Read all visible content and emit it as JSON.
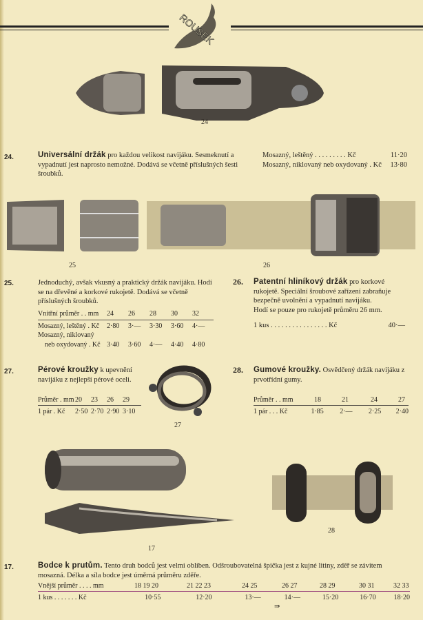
{
  "logo": {
    "text": "ROUSEK"
  },
  "figures": {
    "f24": "24",
    "f25": "25",
    "f26": "26",
    "f27": "27",
    "f28": "28",
    "f17": "17"
  },
  "items": [
    {
      "number": "24.",
      "title": "Universální držák",
      "text": "pro každou velikost navijáku. Sesmeknutí a vypadnutí jest naprosto nemožné. Dodává se včetně příslušných šesti šroubků.",
      "prices": [
        {
          "label": "Mosazný, leštěný . . . . . . . . . Kč",
          "value": "11·20"
        },
        {
          "label": "Mosazný, niklovaný neb oxydovaný . Kč",
          "value": "13·80"
        }
      ]
    },
    {
      "number": "25.",
      "text": "Jednoduchý, avšak vkusný a praktický držák navijáku. Hodí se na dřevěné a korkové rukojetě. Dodává se včetně příslušných šroubků.",
      "table": {
        "header": [
          "Vnitřní průměr . . mm",
          "24",
          "26",
          "28",
          "30",
          "32"
        ],
        "rows": [
          [
            "Mosazný, leštěný . Kč",
            "2·80",
            "3·—",
            "3·30",
            "3·60",
            "4·—"
          ],
          [
            "Mosazný, niklovaný",
            "",
            "",
            "",
            "",
            ""
          ],
          [
            "neb oxydovaný . Kč",
            "3·40",
            "3·60",
            "4·—",
            "4·40",
            "4·80"
          ]
        ]
      }
    },
    {
      "number": "26.",
      "title": "Patentní hliníkový držák",
      "text": "pro korkové rukojetě. Speciální šroubové zařízení zabraňuje bezpečně uvolnění a vypadnutí navijáku.",
      "text2": "Hodí se pouze pro rukojetě průměru 26 mm.",
      "price": {
        "label": "1 kus . . . . . . . . . . . . . . . . Kč",
        "value": "40·—"
      }
    },
    {
      "number": "27.",
      "title": "Pérové kroužky",
      "text": "k upevnění navijáku z nejlepší pérové oceli.",
      "table": {
        "header": [
          "Průměr . mm",
          "20",
          "23",
          "26",
          "29"
        ],
        "rows": [
          [
            "1 pár   . Kč",
            "2·50",
            "2·70",
            "2·90",
            "3·10"
          ]
        ]
      }
    },
    {
      "number": "28.",
      "title": "Gumové kroužky.",
      "text": "Osvědčený držák navijáku z prvotřídní gumy.",
      "table": {
        "header": [
          "Průměr  . . mm",
          "18",
          "21",
          "24",
          "27"
        ],
        "rows": [
          [
            "1 pár  . . . Kč",
            "1·85",
            "2·—",
            "2·25",
            "2·40"
          ]
        ]
      }
    },
    {
      "number": "17.",
      "title": "Bodce k prutům.",
      "text": "Tento druh bodců jest velmi oblíben. Odšroubovatelná špička jest z kujné litiny, zděř se závitem mosazná. Délka a síla bodce jest úměrná průměru zděře.",
      "table": {
        "header": [
          "Vnější průměr . . . . mm",
          "18  19  20",
          "21  22  23",
          "24  25",
          "26  27",
          "28  29",
          "30  31",
          "32  33"
        ],
        "rows": [
          [
            "1 kus  . . . . . . . Kč",
            "10·55",
            "12·20",
            "13·—",
            "14·—",
            "15·20",
            "16·70",
            "18·20"
          ]
        ]
      }
    }
  ]
}
